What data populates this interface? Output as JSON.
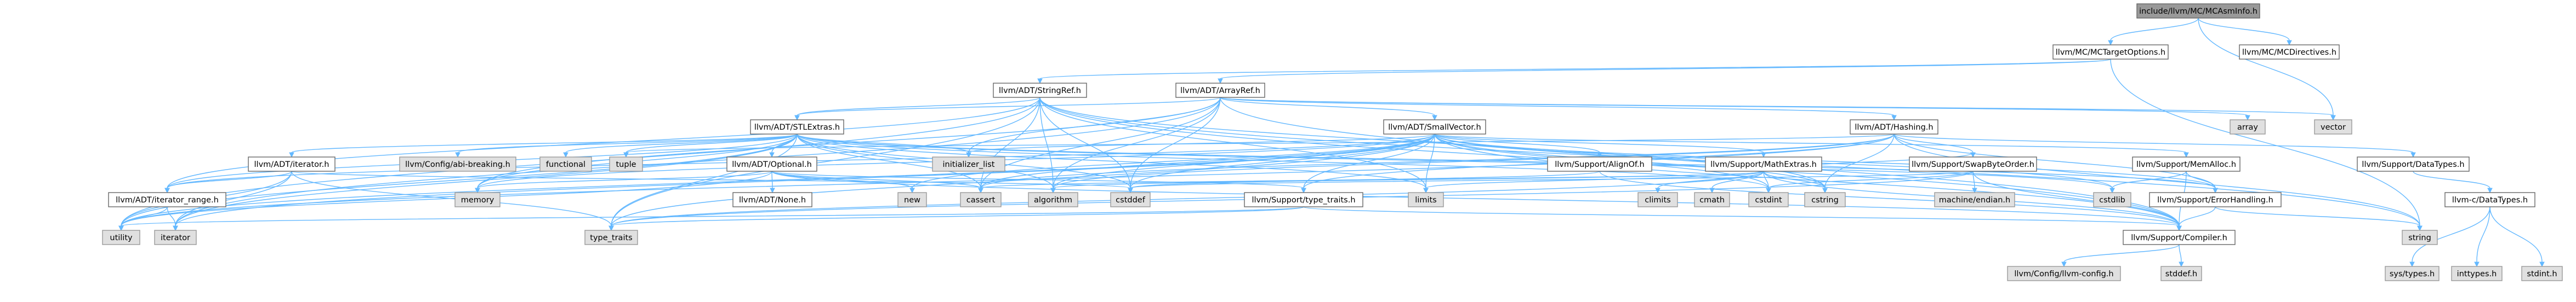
{
  "nodes": [
    {
      "id": "root",
      "label": "include/llvm/MC/MCAsmInfo.h",
      "style": "root"
    },
    {
      "id": "mctarget",
      "label": "llvm/MC/MCTargetOptions.h",
      "style": "white"
    },
    {
      "id": "mcdirectives",
      "label": "llvm/MC/MCDirectives.h",
      "style": "white"
    },
    {
      "id": "stringref",
      "label": "llvm/ADT/StringRef.h",
      "style": "white"
    },
    {
      "id": "arrayref",
      "label": "llvm/ADT/ArrayRef.h",
      "style": "white"
    },
    {
      "id": "stlextras",
      "label": "llvm/ADT/STLExtras.h",
      "style": "white"
    },
    {
      "id": "smallvector",
      "label": "llvm/ADT/SmallVector.h",
      "style": "white"
    },
    {
      "id": "hashing",
      "label": "llvm/ADT/Hashing.h",
      "style": "white"
    },
    {
      "id": "array",
      "label": "array",
      "style": "gray"
    },
    {
      "id": "vector",
      "label": "vector",
      "style": "gray"
    },
    {
      "id": "iterator_h",
      "label": "llvm/ADT/iterator.h",
      "style": "white"
    },
    {
      "id": "abi",
      "label": "llvm/Config/abi-breaking.h",
      "style": "gray"
    },
    {
      "id": "functional",
      "label": "functional",
      "style": "gray"
    },
    {
      "id": "tuple",
      "label": "tuple",
      "style": "gray"
    },
    {
      "id": "optional",
      "label": "llvm/ADT/Optional.h",
      "style": "white"
    },
    {
      "id": "initlist",
      "label": "initializer_list",
      "style": "gray"
    },
    {
      "id": "alignof",
      "label": "llvm/Support/AlignOf.h",
      "style": "white"
    },
    {
      "id": "mathextras",
      "label": "llvm/Support/MathExtras.h",
      "style": "white"
    },
    {
      "id": "swapbyte",
      "label": "llvm/Support/SwapByteOrder.h",
      "style": "white"
    },
    {
      "id": "memalloc",
      "label": "llvm/Support/MemAlloc.h",
      "style": "white"
    },
    {
      "id": "datatypes",
      "label": "llvm/Support/DataTypes.h",
      "style": "white"
    },
    {
      "id": "iterator_range",
      "label": "llvm/ADT/iterator_range.h",
      "style": "white"
    },
    {
      "id": "memory",
      "label": "memory",
      "style": "gray"
    },
    {
      "id": "none",
      "label": "llvm/ADT/None.h",
      "style": "white"
    },
    {
      "id": "new",
      "label": "new",
      "style": "gray"
    },
    {
      "id": "cassert",
      "label": "cassert",
      "style": "gray"
    },
    {
      "id": "algorithm",
      "label": "algorithm",
      "style": "gray"
    },
    {
      "id": "cstddef",
      "label": "cstddef",
      "style": "gray"
    },
    {
      "id": "typetraits_llvm",
      "label": "llvm/Support/type_traits.h",
      "style": "white"
    },
    {
      "id": "limits",
      "label": "limits",
      "style": "gray"
    },
    {
      "id": "climits",
      "label": "climits",
      "style": "gray"
    },
    {
      "id": "cmath",
      "label": "cmath",
      "style": "gray"
    },
    {
      "id": "cstdint",
      "label": "cstdint",
      "style": "gray"
    },
    {
      "id": "cstring",
      "label": "cstring",
      "style": "gray"
    },
    {
      "id": "machine_endian",
      "label": "machine/endian.h",
      "style": "gray"
    },
    {
      "id": "cstdlib",
      "label": "cstdlib",
      "style": "gray"
    },
    {
      "id": "errorhandling",
      "label": "llvm/Support/ErrorHandling.h",
      "style": "white"
    },
    {
      "id": "llvmc_datatypes",
      "label": "llvm-c/DataTypes.h",
      "style": "white"
    },
    {
      "id": "utility",
      "label": "utility",
      "style": "gray"
    },
    {
      "id": "iterator_std",
      "label": "iterator",
      "style": "gray"
    },
    {
      "id": "type_traits",
      "label": "type_traits",
      "style": "gray"
    },
    {
      "id": "compiler",
      "label": "llvm/Support/Compiler.h",
      "style": "white"
    },
    {
      "id": "string",
      "label": "string",
      "style": "gray"
    },
    {
      "id": "systypes",
      "label": "sys/types.h",
      "style": "gray"
    },
    {
      "id": "inttypes",
      "label": "inttypes.h",
      "style": "gray"
    },
    {
      "id": "stdint",
      "label": "stdint.h",
      "style": "gray"
    },
    {
      "id": "llvmconfig",
      "label": "llvm/Config/llvm-config.h",
      "style": "gray"
    },
    {
      "id": "stddef",
      "label": "stddef.h",
      "style": "gray"
    }
  ],
  "edges": [
    [
      "root",
      "mctarget"
    ],
    [
      "root",
      "mcdirectives"
    ],
    [
      "root",
      "vector"
    ],
    [
      "mctarget",
      "stringref"
    ],
    [
      "mctarget",
      "arrayref"
    ],
    [
      "mctarget",
      "string"
    ],
    [
      "stringref",
      "stlextras"
    ],
    [
      "stringref",
      "iterator_range"
    ],
    [
      "stringref",
      "compiler"
    ],
    [
      "stringref",
      "algorithm"
    ],
    [
      "stringref",
      "cassert"
    ],
    [
      "stringref",
      "cstddef"
    ],
    [
      "stringref",
      "cstring"
    ],
    [
      "stringref",
      "limits"
    ],
    [
      "stringref",
      "type_traits"
    ],
    [
      "stringref",
      "utility"
    ],
    [
      "stringref",
      "string"
    ],
    [
      "arrayref",
      "hashing"
    ],
    [
      "arrayref",
      "smallvector"
    ],
    [
      "arrayref",
      "stlextras"
    ],
    [
      "arrayref",
      "array"
    ],
    [
      "arrayref",
      "vector"
    ],
    [
      "arrayref",
      "initlist"
    ],
    [
      "arrayref",
      "algorithm"
    ],
    [
      "arrayref",
      "cassert"
    ],
    [
      "arrayref",
      "cstddef"
    ],
    [
      "arrayref",
      "iterator_std"
    ],
    [
      "arrayref",
      "memory"
    ],
    [
      "arrayref",
      "compiler"
    ],
    [
      "stlextras",
      "optional"
    ],
    [
      "stlextras",
      "iterator_h"
    ],
    [
      "stlextras",
      "iterator_range"
    ],
    [
      "stlextras",
      "abi"
    ],
    [
      "stlextras",
      "functional"
    ],
    [
      "stlextras",
      "tuple"
    ],
    [
      "stlextras",
      "initlist"
    ],
    [
      "stlextras",
      "cassert"
    ],
    [
      "stlextras",
      "algorithm"
    ],
    [
      "stlextras",
      "cstddef"
    ],
    [
      "stlextras",
      "cstdint"
    ],
    [
      "stlextras",
      "cstdlib"
    ],
    [
      "stlextras",
      "limits"
    ],
    [
      "stlextras",
      "memory"
    ],
    [
      "stlextras",
      "utility"
    ],
    [
      "stlextras",
      "iterator_std"
    ],
    [
      "stlextras",
      "type_traits"
    ],
    [
      "stlextras",
      "errorhandling"
    ],
    [
      "smallvector",
      "alignof"
    ],
    [
      "smallvector",
      "mathextras"
    ],
    [
      "smallvector",
      "memalloc"
    ],
    [
      "smallvector",
      "typetraits_llvm"
    ],
    [
      "smallvector",
      "iterator_range"
    ],
    [
      "smallvector",
      "compiler"
    ],
    [
      "smallvector",
      "errorhandling"
    ],
    [
      "smallvector",
      "algorithm"
    ],
    [
      "smallvector",
      "cassert"
    ],
    [
      "smallvector",
      "cstddef"
    ],
    [
      "smallvector",
      "cstdlib"
    ],
    [
      "smallvector",
      "cstring"
    ],
    [
      "smallvector",
      "initlist"
    ],
    [
      "smallvector",
      "memory"
    ],
    [
      "smallvector",
      "new"
    ],
    [
      "smallvector",
      "type_traits"
    ],
    [
      "smallvector",
      "utility"
    ],
    [
      "smallvector",
      "iterator_std"
    ],
    [
      "smallvector",
      "limits"
    ],
    [
      "smallvector",
      "cstdint"
    ],
    [
      "hashing",
      "swapbyte"
    ],
    [
      "hashing",
      "datatypes"
    ],
    [
      "hashing",
      "errorhandling"
    ],
    [
      "hashing",
      "typetraits_llvm"
    ],
    [
      "hashing",
      "algorithm"
    ],
    [
      "hashing",
      "cassert"
    ],
    [
      "hashing",
      "cstring"
    ],
    [
      "hashing",
      "string"
    ],
    [
      "hashing",
      "tuple"
    ],
    [
      "hashing",
      "utility"
    ],
    [
      "iterator_h",
      "iterator_range"
    ],
    [
      "iterator_h",
      "utility"
    ],
    [
      "iterator_h",
      "iterator_std"
    ],
    [
      "iterator_h",
      "type_traits"
    ],
    [
      "iterator_h",
      "cstddef"
    ],
    [
      "iterator_range",
      "utility"
    ],
    [
      "iterator_range",
      "iterator_std"
    ],
    [
      "optional",
      "none"
    ],
    [
      "optional",
      "compiler"
    ],
    [
      "optional",
      "typetraits_llvm"
    ],
    [
      "optional",
      "cassert"
    ],
    [
      "optional",
      "memory"
    ],
    [
      "optional",
      "new"
    ],
    [
      "optional",
      "utility"
    ],
    [
      "alignof",
      "compiler"
    ],
    [
      "alignof",
      "cstddef"
    ],
    [
      "mathextras",
      "compiler"
    ],
    [
      "mathextras",
      "swapbyte"
    ],
    [
      "mathextras",
      "algorithm"
    ],
    [
      "mathextras",
      "cassert"
    ],
    [
      "mathextras",
      "climits"
    ],
    [
      "mathextras",
      "cmath"
    ],
    [
      "mathextras",
      "cstdint"
    ],
    [
      "mathextras",
      "cstring"
    ],
    [
      "mathextras",
      "limits"
    ],
    [
      "mathextras",
      "type_traits"
    ],
    [
      "swapbyte",
      "compiler"
    ],
    [
      "swapbyte",
      "cstddef"
    ],
    [
      "swapbyte",
      "cstdint"
    ],
    [
      "swapbyte",
      "type_traits"
    ],
    [
      "swapbyte",
      "machine_endian"
    ],
    [
      "memalloc",
      "compiler"
    ],
    [
      "memalloc",
      "errorhandling"
    ],
    [
      "memalloc",
      "cstdlib"
    ],
    [
      "datatypes",
      "llvmc_datatypes"
    ],
    [
      "llvmc_datatypes",
      "inttypes"
    ],
    [
      "llvmc_datatypes",
      "stdint"
    ],
    [
      "llvmc_datatypes",
      "systypes"
    ],
    [
      "typetraits_llvm",
      "compiler"
    ],
    [
      "typetraits_llvm",
      "type_traits"
    ],
    [
      "typetraits_llvm",
      "utility"
    ],
    [
      "errorhandling",
      "compiler"
    ],
    [
      "errorhandling",
      "string"
    ],
    [
      "compiler",
      "llvmconfig"
    ],
    [
      "compiler",
      "stddef"
    ]
  ]
}
